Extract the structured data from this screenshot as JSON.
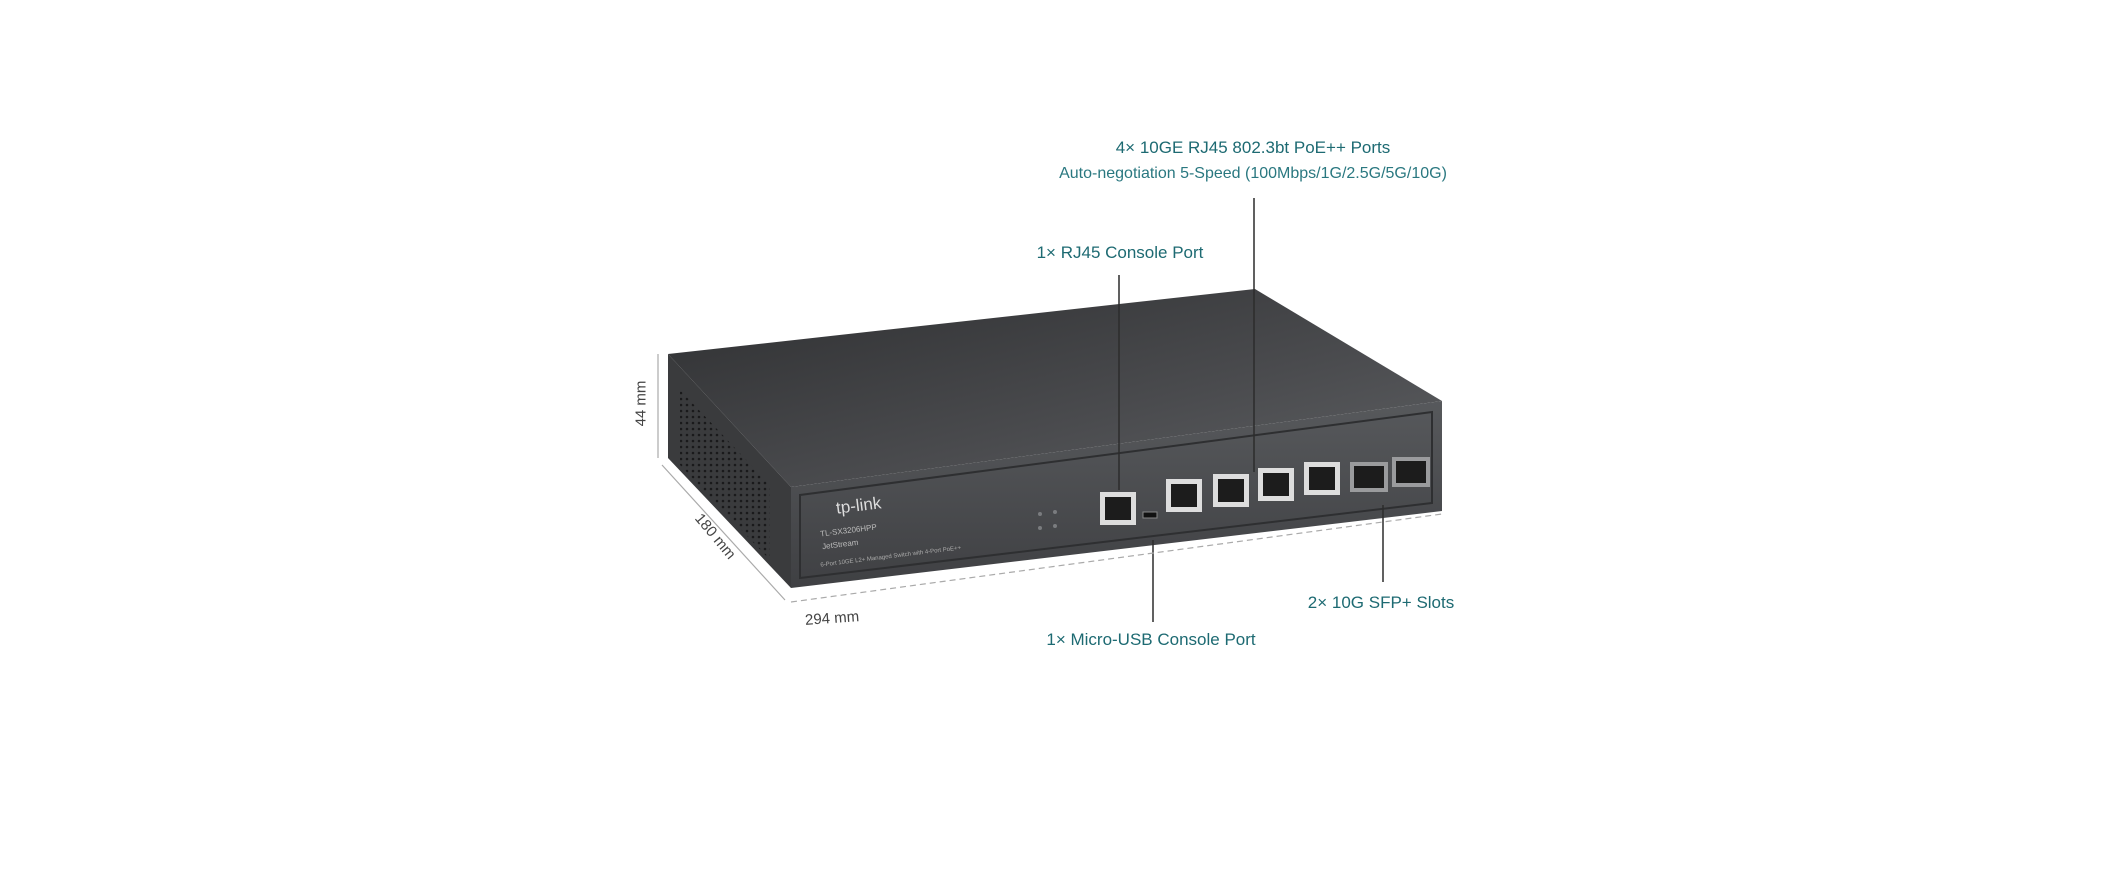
{
  "callouts": {
    "poe_ports_title": "4× 10GE RJ45 802.3bt PoE++ Ports",
    "poe_ports_subtitle": "Auto-negotiation 5-Speed (100Mbps/1G/2.5G/5G/10G)",
    "rj45_console": "1× RJ45 Console Port",
    "micro_usb_console": "1× Micro-USB Console Port",
    "sfp_slots": "2× 10G SFP+ Slots"
  },
  "dimensions": {
    "height": "44 mm",
    "depth": "180 mm",
    "width": "294 mm"
  },
  "device": {
    "brand_logo": "tp-link",
    "model": "TL-SX3206HPP",
    "series_logo": "JetStream",
    "description": "6-Port 10GE L2+ Managed Switch with 4-Port PoE++"
  },
  "colors": {
    "callout_text": "#1d6a72",
    "chassis": "#3c3d3f",
    "background": "#ffffff"
  }
}
